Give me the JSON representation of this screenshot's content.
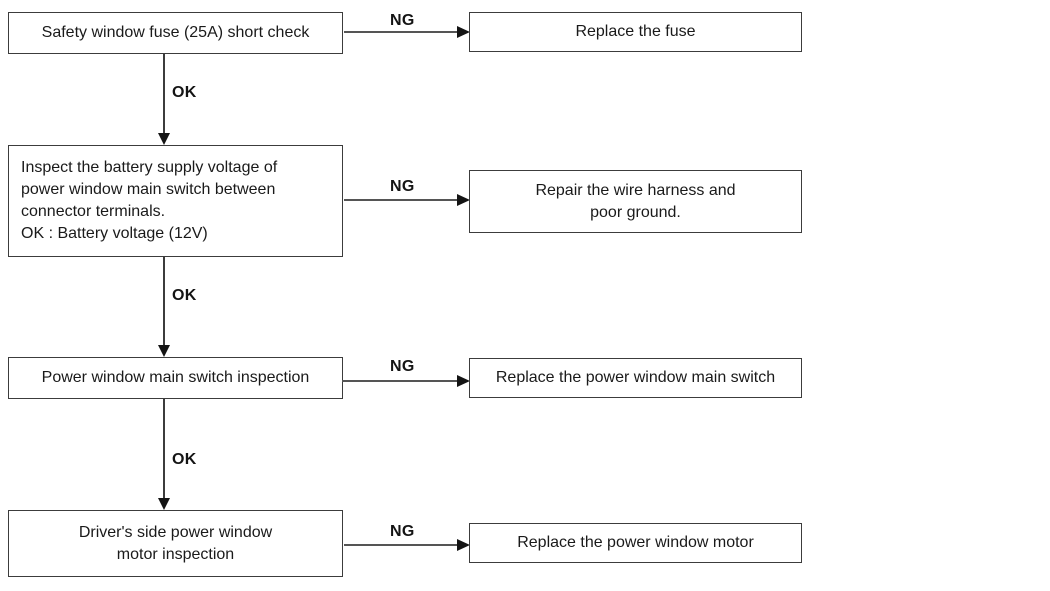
{
  "flowchart": {
    "steps": [
      {
        "check": "Safety window fuse (25A) short check",
        "ng_label": "NG",
        "ok_label": "OK",
        "action": "Replace the fuse"
      },
      {
        "check": "Inspect the battery supply voltage of\npower window main switch between\nconnector terminals.\nOK : Battery voltage (12V)",
        "ng_label": "NG",
        "ok_label": "OK",
        "action": "Repair the wire harness and\npoor ground."
      },
      {
        "check": "Power window main switch inspection",
        "ng_label": "NG",
        "ok_label": "OK",
        "action": "Replace the power window main switch"
      },
      {
        "check": "Driver's side power window\nmotor  inspection",
        "ng_label": "NG",
        "action": "Replace the power window motor"
      }
    ],
    "colors": {
      "background": "#ffffff",
      "line": "#555555",
      "border": "#3c3c3c",
      "text": "#1a1a1a"
    }
  }
}
